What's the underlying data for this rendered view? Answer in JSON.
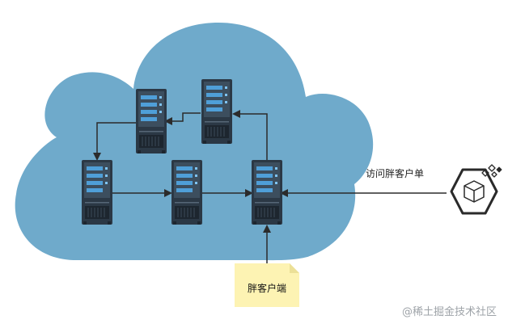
{
  "diagram": {
    "edge_label": "访问胖客户单",
    "note_text": "胖客户端",
    "watermark": "@稀土掘金技术社区",
    "icons": {
      "server": "server-rack-icon",
      "client": "cube-client-icon"
    },
    "colors": {
      "cloud": "#6faacb",
      "server_body": "#2b3845",
      "server_panel": "#3c4e5e",
      "server_light": "#4f9fd8",
      "arrow": "#2b2b2b",
      "note": "#fdf3b3",
      "note_fold": "#ece097",
      "client_outline": "#2a2a2a"
    }
  }
}
